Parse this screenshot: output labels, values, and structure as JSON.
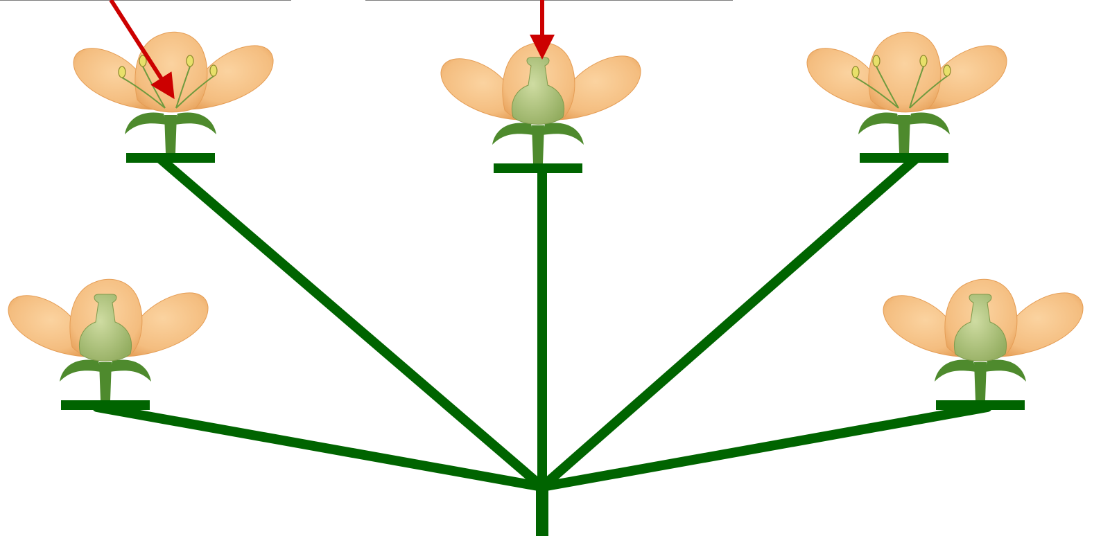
{
  "diagram": {
    "kind": "inflorescence",
    "colors": {
      "stem": "#006400",
      "petal": "#f4bd7f",
      "petal_shade": "#e59d55",
      "sepal": "#4e8a2d",
      "pistil": "#a8c078",
      "stamen_head": "#e8e06a",
      "arrow": "#cc0000",
      "caption_line": "#7d7d7d"
    },
    "flowers": [
      {
        "name": "flower-top-left",
        "type": "staminate"
      },
      {
        "name": "flower-top-center",
        "type": "pistillate"
      },
      {
        "name": "flower-top-right",
        "type": "staminate"
      },
      {
        "name": "flower-bottom-left",
        "type": "pistillate"
      },
      {
        "name": "flower-bottom-right",
        "type": "pistillate"
      }
    ],
    "arrows": [
      {
        "name": "arrow-to-staminate-flower",
        "target": "flower-top-left"
      },
      {
        "name": "arrow-to-pistillate-flower",
        "target": "flower-top-center"
      }
    ]
  }
}
